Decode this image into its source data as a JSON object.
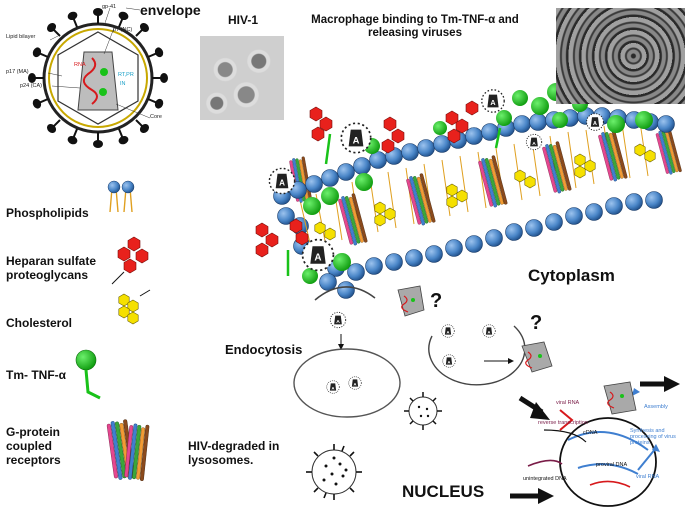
{
  "virion": {
    "envelope_label": "envelope",
    "gp41_label": "gp-41",
    "lipid_bilayer_label": "Lipid bilayer",
    "p7_label": "p7 (NC)",
    "p17_label": "p17 (MA)",
    "p24_label": "p24 (CA)",
    "rna_label": "RNA",
    "rtpr_label": "RT,PR",
    "in_label": "IN",
    "core_label": "Core"
  },
  "hiv1_title": "HIV-1",
  "macrophage_title": "Macrophage binding to Tm-TNF-α and releasing viruses",
  "legend": {
    "phospholipids": "Phospholipids",
    "heparan": "Heparan sulfate proteoglycans",
    "cholesterol": "Cholesterol",
    "tm_tnf": "Tm- TNF-α",
    "gpcr": "G-protein coupled receptors"
  },
  "cytoplasm_label": "Cytoplasm",
  "endocytosis_label": "Endocytosis",
  "lysosome_label": "HIV-degraded in lysosomes.",
  "nucleus_label": "NUCLEUS",
  "question_marks": [
    "?",
    "?"
  ],
  "particle_letter": "A",
  "replication": {
    "viral_rna": "viral RNA",
    "reverse_transcription": "reverse transcription",
    "cdna": "cDNA",
    "unintegrated_dna": "unintegrated DNA",
    "proviral_dna": "proviral DNA",
    "viral_rna_2": "viral RNA",
    "synthesis": "Synthesis and processing of virus proteins",
    "assembly": "Assembly"
  },
  "colors": {
    "phospholipid_head": "#4a86c8",
    "heparan": "#e8211c",
    "cholesterol": "#f5e000",
    "tnf": "#19c219",
    "gpcr_pink": "#e5478f",
    "gpcr_blue": "#3f7fd0",
    "gpcr_brown": "#8b4a1c",
    "gpcr_green": "#3aa63a"
  }
}
